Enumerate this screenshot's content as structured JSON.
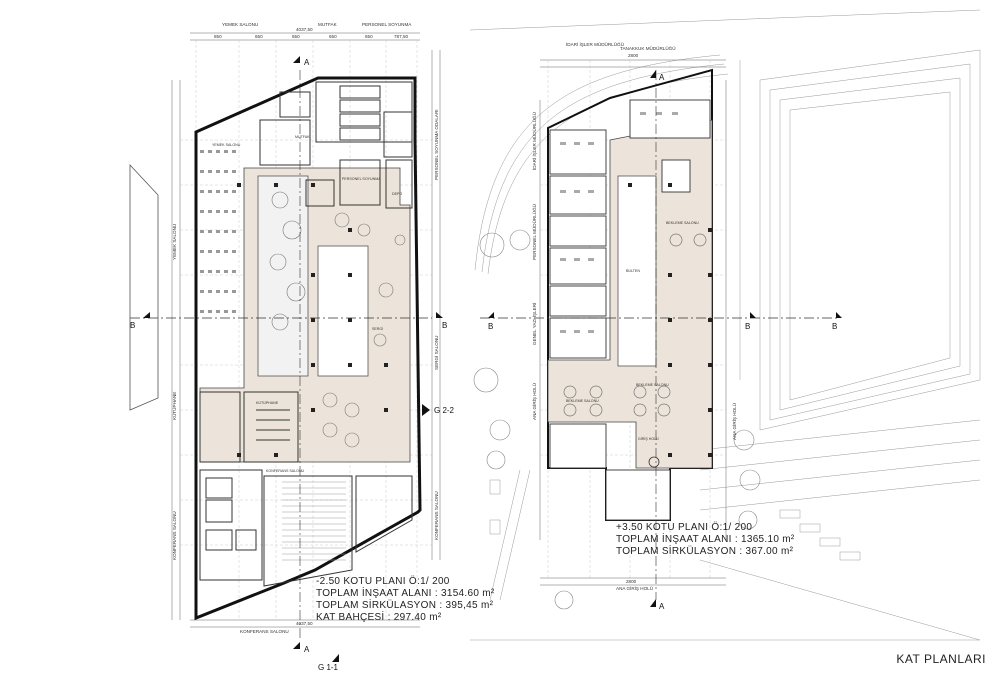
{
  "sheet_title": "KAT PLANLARI",
  "left_plan": {
    "info_lines": [
      "-2.50 KOTU PLANI Ö:1/ 200",
      "TOPLAM İNŞAAT ALANI : 3154.60 m²",
      "TOPLAM SİRKÜLASYON : 395,45 m²",
      "KAT BAHÇESİ : 297.40 m²"
    ],
    "top_labels": [
      "YEMEK SALONU",
      "MUTFAK",
      "PERSONEL SOYUNMA"
    ],
    "top_dims": [
      "850",
      "650",
      "650",
      "650",
      "650",
      "787,50"
    ],
    "total_dim": "4037,50",
    "bottom_label": "KONFERANS SALONU",
    "left_side_labels": [
      "YEMEK SALONU",
      "KÜTÜPHANE",
      "KONFERANS SALONU"
    ],
    "right_side_labels": [
      "PERSONEL SOYUNMA ODALARI",
      "SERGİ SALONU",
      "KONFERANS SALONU"
    ],
    "section_marks": {
      "a": "A",
      "b": "B",
      "g22": "G 2-2",
      "g11": "G 1-1"
    },
    "room_labels": [
      "YEMEK SALONU",
      "MUTFAK",
      "PERSONEL SOYUNMA",
      "SERGİ",
      "KÜTÜPHANE",
      "KONFERANS SALONU",
      "DEPO"
    ]
  },
  "right_plan": {
    "info_lines": [
      "+3.50 KOTU PLANI Ö:1/ 200",
      "TOPLAM İNŞAAT ALANI : 1365.10 m²",
      "TOPLAM SİRKÜLASYON : 367.00 m²"
    ],
    "top_labels": [
      "İDARİ İŞLER MÜDÜRLÜĞÜ",
      "TANAKKUK MÜDÜRLÜĞÜ"
    ],
    "top_dim": "2800",
    "bottom_dim": "2800",
    "bottom_label": "ANA GİRİŞ HOLÜ",
    "left_side_labels": [
      "İDARİ İŞLER MÜDÜRLÜĞÜ",
      "PERSONEL MÜDÜRLÜĞÜ",
      "GENEL YAZI İŞLERİ",
      "ANA GİRİŞ HOLÜ"
    ],
    "right_side_labels": [
      "ANA GİRİŞ HOLÜ"
    ],
    "room_labels": [
      "BEKLEME SALONU",
      "BEKLEME SALONU",
      "BEKLEME SALONU",
      "BÜLTEN",
      "GİRİŞ HOLÜ"
    ],
    "section_marks": {
      "a": "A",
      "b": "B"
    }
  }
}
